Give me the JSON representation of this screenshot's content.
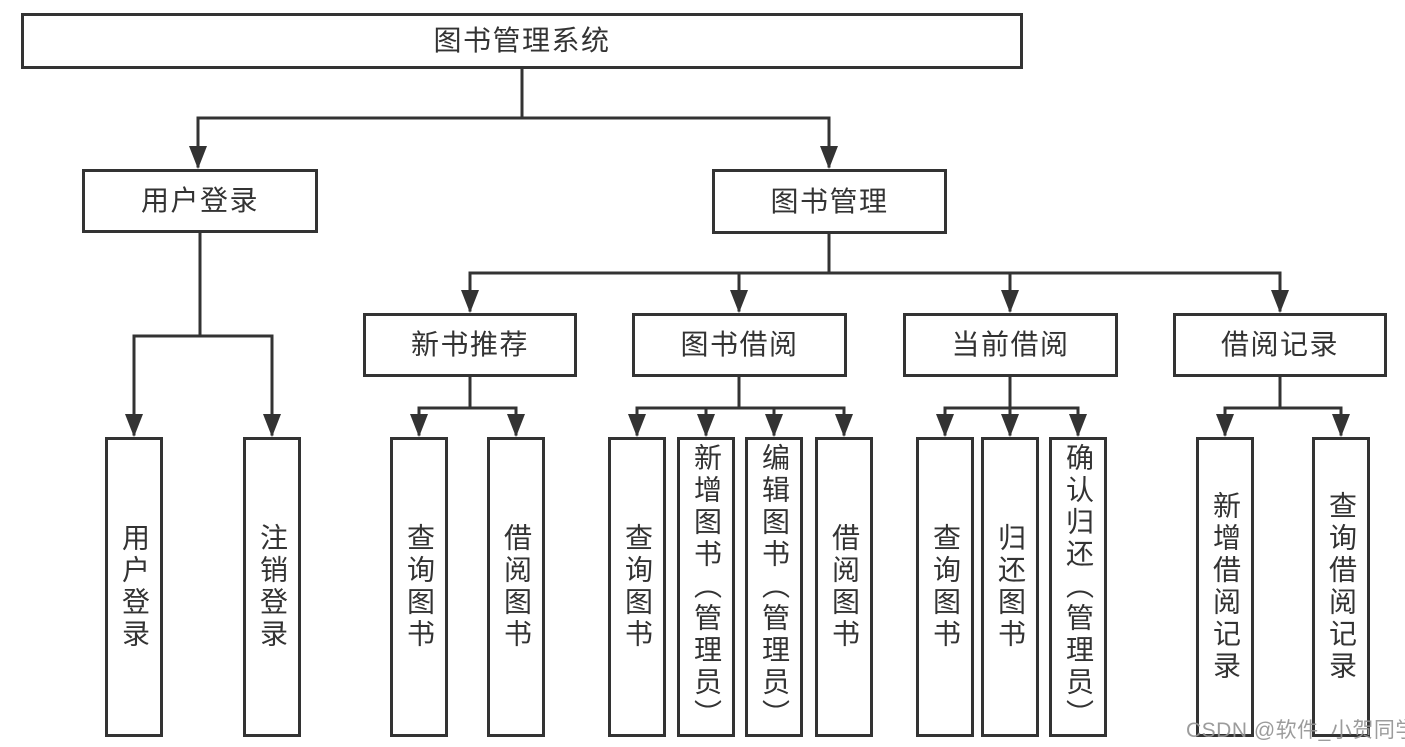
{
  "tree": {
    "root": "图书管理系统",
    "children": [
      {
        "label": "用户登录",
        "children": [
          "用户登录",
          "注销登录"
        ]
      },
      {
        "label": "图书管理",
        "children": [
          {
            "label": "新书推荐",
            "children": [
              "查询图书",
              "借阅图书"
            ]
          },
          {
            "label": "图书借阅",
            "children": [
              "查询图书",
              "新增图书（管理员）",
              "编辑图书（管理员）",
              "借阅图书"
            ]
          },
          {
            "label": "当前借阅",
            "children": [
              "查询图书",
              "归还图书",
              "确认归还（管理员）"
            ]
          },
          {
            "label": "借阅记录",
            "children": [
              "新增借阅记录",
              "查询借阅记录"
            ]
          }
        ]
      }
    ]
  },
  "watermark": {
    "text": "CSDN @软件_小贺同学"
  },
  "colors": {
    "line": "#333333",
    "box_border": "#333333",
    "box_fill": "#ffffff",
    "text": "#333333",
    "watermark": "#949494"
  }
}
